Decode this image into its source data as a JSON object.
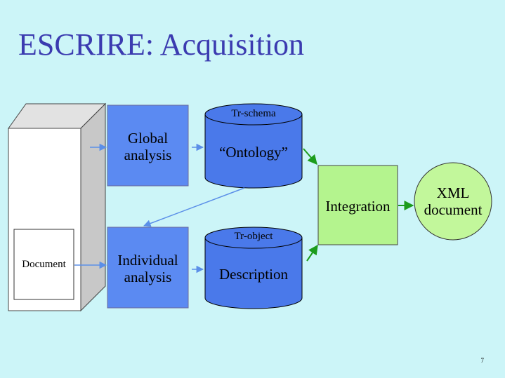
{
  "slide": {
    "title": "ESCRIRE: Acquisition",
    "page_number": "7"
  },
  "diagram": {
    "document_label": "Document",
    "global_analysis": "Global\nanalysis",
    "individual_analysis": "Individual\nanalysis",
    "tr_schema": "Tr-schema",
    "ontology": "“Ontology”",
    "tr_object": "Tr-object",
    "description": "Description",
    "integration": "Integration",
    "xml_document": "XML\ndocument"
  },
  "colors": {
    "background": "#ccf5f8",
    "title": "#3b3bb0",
    "process_box": "#5b8af2",
    "cylinder": "#4a79ea",
    "integration_box": "#b4f48e",
    "xml_circle": "#c2f79b",
    "blue_arrow": "#5b8fe8",
    "green_arrow": "#1c9c1c"
  }
}
